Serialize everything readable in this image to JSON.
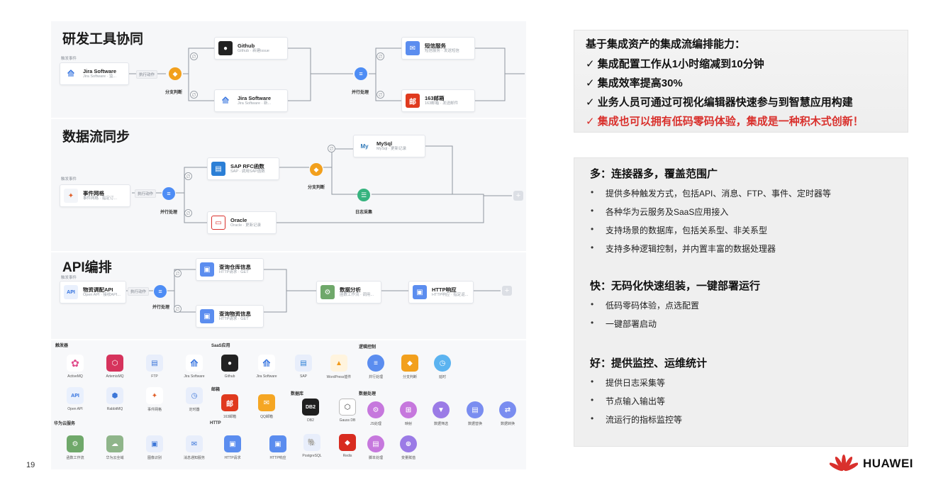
{
  "page_number": "19",
  "sections": {
    "tool_collab": {
      "title": "研发工具协同",
      "trigger_label": "触发事件",
      "trigger": {
        "name": "Jira Software",
        "sub": "Jira Software · 监..."
      },
      "exec_pill": "执行动作",
      "branch_label": "分支判断",
      "parallel_label": "并行处理",
      "github": {
        "name": "Github",
        "sub": "Github · 新建issue"
      },
      "jira2": {
        "name": "Jira Software",
        "sub": "Jira Software · 新..."
      },
      "sms": {
        "name": "短信服务",
        "sub": "短信服务 · 发送短信"
      },
      "mail163": {
        "name": "163邮箱",
        "sub": "163邮箱 · 发送邮件"
      }
    },
    "data_sync": {
      "title": "数据流同步",
      "trigger_label": "触发事件",
      "trigger": {
        "name": "事件网格",
        "sub": "事件网格 · 指定订..."
      },
      "exec_pill": "执行动作",
      "parallel_label": "并行处理",
      "branch_label": "分支判断",
      "log_label": "日志采集",
      "sap": {
        "name": "SAP RFC函数",
        "sub": "SAP · 调用SAP函数"
      },
      "oracle": {
        "name": "Oracle",
        "sub": "Oracle · 更新记录"
      },
      "mysql": {
        "name": "MySql",
        "sub": "MySql · 更新记录"
      }
    },
    "api": {
      "title": "API编排",
      "trigger_label": "触发事件",
      "trigger": {
        "name": "物资调配API",
        "sub": "Open API · 接收API..."
      },
      "exec_pill": "执行动作",
      "parallel_label": "并行处理",
      "q1": {
        "name": "查询仓库信息",
        "sub": "HTTP请求 · GET"
      },
      "q2": {
        "name": "查询物资信息",
        "sub": "HTTP请求 · GET"
      },
      "analysis": {
        "name": "数据分析",
        "sub": "函数工作流 · 调用..."
      },
      "http_resp": {
        "name": "HTTP响应",
        "sub": "HTTP响应 · 指定返..."
      }
    }
  },
  "palette": {
    "cat_trigger": "触发器",
    "cat_saas": "SaaS应用",
    "cat_logic": "逻辑控制",
    "cat_mail": "邮箱",
    "cat_db": "数据库",
    "cat_dataproc": "数据处理",
    "cat_hwcloud": "华为云服务",
    "cat_http": "HTTP",
    "items": {
      "activemq": "ActiveMQ",
      "artemismq": "ArtemisMQ",
      "ftp": "FTP",
      "jira": "Jira Software",
      "github": "Github",
      "jira2": "Jira Software",
      "sap": "SAP",
      "wordpress": "WordPress插件",
      "parallel": "并行处理",
      "branch": "分支判断",
      "delay": "延时",
      "openapi": "Open API",
      "rabbitmq": "RabbitMQ",
      "eventgrid": "事件网格",
      "timer": "定时器",
      "mail163": "163邮箱",
      "qqmail": "QQ邮箱",
      "db2": "DB2",
      "gauss": "Gauss DB",
      "js": "JS处理",
      "map": "映射",
      "filter": "数据筛选",
      "replace": "数据替换",
      "convert": "数据转换",
      "funcgraph": "函数工作流",
      "hwcloud": "华为云全域",
      "image": "图像识别",
      "sms": "消息通知服务",
      "http_req": "HTTP请求",
      "http_resp": "HTTP响应",
      "postgres": "PostgreSQL",
      "redis": "Redis",
      "script": "脚本处理",
      "var": "变量赋值"
    }
  },
  "box1": {
    "heading": "基于集成资产的集成流编排能力：",
    "items": [
      "集成配置工作从1小时缩减到10分钟",
      "集成效率提高30%",
      "业务人员可通过可视化编辑器快速参与到智慧应用构建"
    ],
    "highlight": "集成也可以拥有低码零码体验，集成是一种积木式创新！",
    "check": "✓"
  },
  "box2": {
    "duo": {
      "heading": "多：连接器多，覆盖范围广",
      "items": [
        "提供多种触发方式，包括API、消息、FTP、事件、定时器等",
        "各种华为云服务及SaaS应用接入",
        "支持场景的数据库，包括关系型、非关系型",
        "支持多种逻辑控制，并内置丰富的数据处理器"
      ]
    },
    "kuai": {
      "heading": "快：无码化快速组装，一键部署运行",
      "items": [
        "低码零码体验，点选配置",
        "一键部署启动"
      ]
    },
    "hao": {
      "heading": "好：提供监控、运维统计",
      "items": [
        "提供日志采集等",
        "节点输入输出等",
        "流运行的指标监控等"
      ]
    }
  },
  "brand": "HUAWEI",
  "colors": {
    "accent_red": "#d9302c",
    "flow_blue": "#4e8df5",
    "branch_orange": "#f2a01d"
  }
}
